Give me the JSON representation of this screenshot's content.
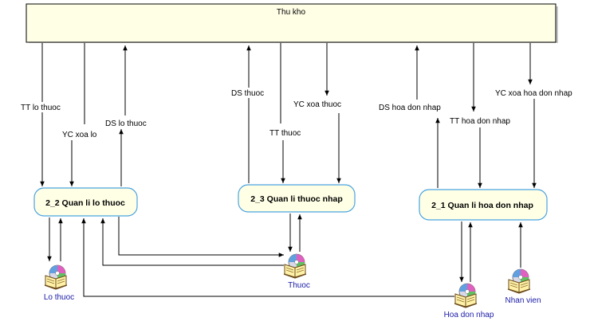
{
  "external_entity": {
    "label": "Thu kho"
  },
  "processes": [
    {
      "id": "p22",
      "label": "2_2 Quan li lo thuoc"
    },
    {
      "id": "p23",
      "label": "2_3 Quan li thuoc nhap"
    },
    {
      "id": "p21",
      "label": "2_1 Quan li hoa don nhap"
    }
  ],
  "stores": [
    {
      "id": "lo",
      "label": "Lo thuoc"
    },
    {
      "id": "thuoc",
      "label": "Thuoc"
    },
    {
      "id": "hoadon",
      "label": "Hoa don nhap"
    },
    {
      "id": "nv",
      "label": "Nhan vien"
    }
  ],
  "flows": [
    {
      "id": "f1",
      "label": "TT lo thuoc"
    },
    {
      "id": "f2",
      "label": "YC xoa lo"
    },
    {
      "id": "f3",
      "label": "DS lo thuoc"
    },
    {
      "id": "f4",
      "label": "DS thuoc"
    },
    {
      "id": "f5",
      "label": "TT thuoc"
    },
    {
      "id": "f6",
      "label": "YC xoa thuoc"
    },
    {
      "id": "f7",
      "label": "DS hoa don nhap"
    },
    {
      "id": "f8",
      "label": "TT hoa don nhap"
    },
    {
      "id": "f9",
      "label": "YC xoa hoa don nhap"
    }
  ],
  "colors": {
    "entity_fill": "#ffffe6",
    "process_fill": "#ffffe6",
    "process_border": "#4aa3df",
    "line": "#000000",
    "store_label": "#1a1aa8"
  }
}
